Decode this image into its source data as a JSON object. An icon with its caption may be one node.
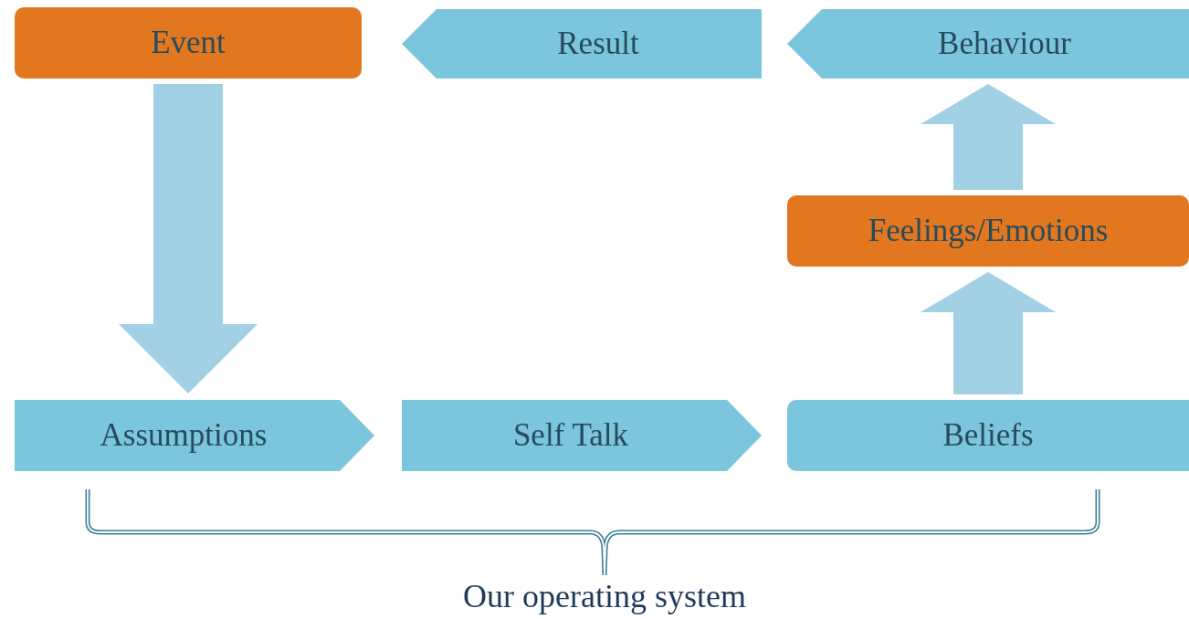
{
  "diagram": {
    "nodes": [
      {
        "text": [
          "Event"
        ]
      },
      {
        "text": [
          "Result"
        ]
      },
      {
        "text": [
          "Behaviour"
        ]
      },
      {
        "text": [
          "Feelings/Emotions"
        ]
      },
      {
        "text": [
          "Assumptions"
        ]
      },
      {
        "text": [
          "Self Talk"
        ]
      },
      {
        "text": [
          "Beliefs"
        ]
      }
    ],
    "edges": [
      {
        "from": 0,
        "to": 4,
        "arrow": "to"
      },
      {
        "from": 6,
        "to": 3,
        "arrow": "to"
      },
      {
        "from": 3,
        "to": 2,
        "arrow": "to"
      }
    ],
    "labels": [
      "Our operating system"
    ]
  }
}
